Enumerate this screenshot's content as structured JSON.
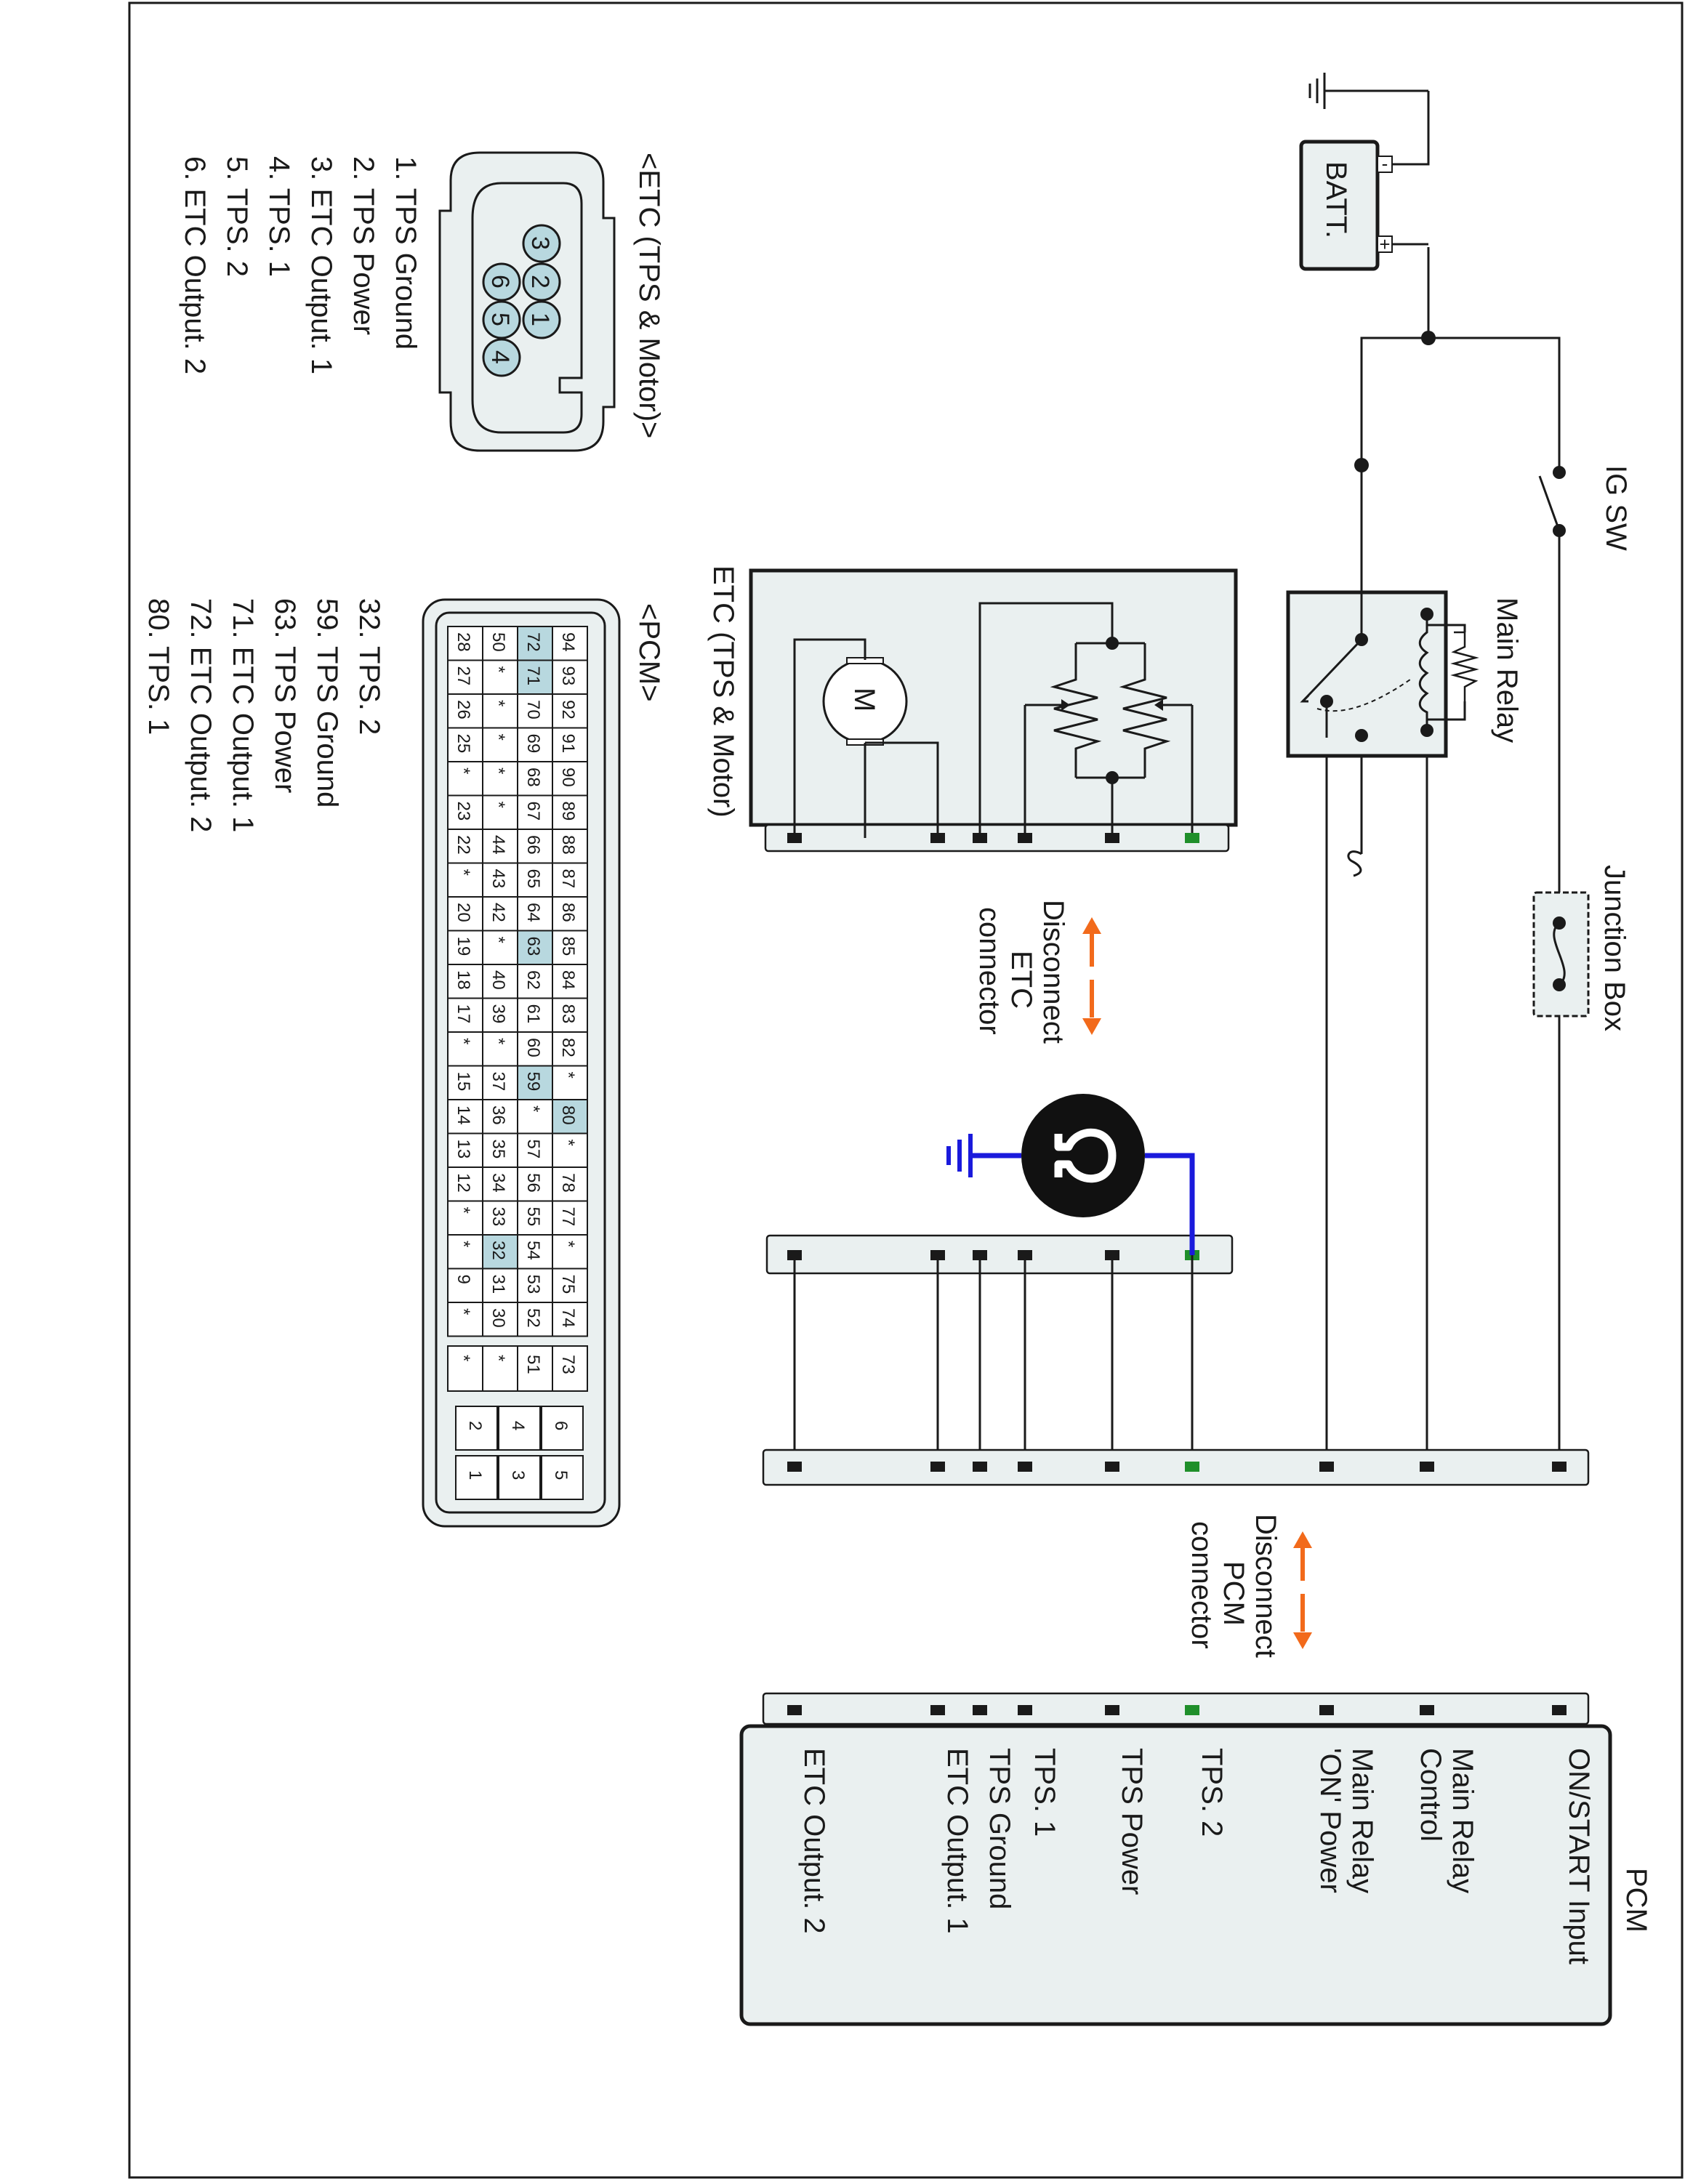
{
  "colors": {
    "accent_green": "#1f8f2a",
    "meter_lead": "#1a1adc",
    "arrow": "#f26a1b",
    "pin_highlight": "#b8d8df",
    "component_fill": "#eaf0f0",
    "line": "#1a1a1a"
  },
  "circuit": {
    "battery_label": "BATT.",
    "battery_minus": "-",
    "battery_plus": "+",
    "ig_sw_label": "IG SW",
    "main_relay_label": "Main Relay",
    "junction_box_label": "Junction Box",
    "etc_box_label": "ETC (TPS & Motor)",
    "motor_label": "M",
    "ohmmeter_icon": "ohmmeter-icon",
    "disconnect_etc": [
      "Disconnect",
      "ETC",
      "connector"
    ],
    "disconnect_pcm": [
      "Disconnect",
      "PCM",
      "connector"
    ]
  },
  "pcm": {
    "label": "PCM",
    "terminals": [
      {
        "label": [
          "ON/START Input"
        ],
        "highlight": false
      },
      {
        "label": [
          "Main Relay",
          "Control"
        ],
        "highlight": false
      },
      {
        "label": [
          "Main Relay",
          "'ON' Power"
        ],
        "highlight": false
      },
      {
        "label": [
          "TPS. 2"
        ],
        "highlight": true
      },
      {
        "label": [
          "TPS Power"
        ],
        "highlight": false
      },
      {
        "label": [
          "TPS. 1"
        ],
        "highlight": false
      },
      {
        "label": [
          "TPS Ground"
        ],
        "highlight": false
      },
      {
        "label": [
          "ETC Output. 1"
        ],
        "highlight": false
      },
      {
        "label": [
          "ETC Output. 2"
        ],
        "highlight": false
      }
    ]
  },
  "etc_connector": {
    "title": "<ETC (TPS & Motor)>",
    "cavities": [
      "3",
      "2",
      "1",
      "6",
      "5",
      "4"
    ],
    "highlight_cavity": "5",
    "legend": [
      {
        "text": "1. TPS Ground",
        "highlight": false
      },
      {
        "text": "2. TPS Power",
        "highlight": false
      },
      {
        "text": "3. ETC Output. 1",
        "highlight": false
      },
      {
        "text": "4. TPS. 1",
        "highlight": false
      },
      {
        "text": "5. TPS. 2",
        "highlight": true
      },
      {
        "text": "6. ETC Output. 2",
        "highlight": false
      }
    ]
  },
  "pcm_connector": {
    "title": "<PCM>",
    "rows": [
      [
        "94",
        "93",
        "92",
        "91",
        "90",
        "89",
        "88",
        "87",
        "86",
        "85",
        "84",
        "83",
        "82",
        "*",
        "80",
        "*",
        "78",
        "77",
        "*",
        "75",
        "74"
      ],
      [
        "72",
        "71",
        "70",
        "69",
        "68",
        "67",
        "66",
        "65",
        "64",
        "63",
        "62",
        "61",
        "60",
        "59",
        "*",
        "57",
        "56",
        "55",
        "54",
        "53",
        "52"
      ],
      [
        "50",
        "*",
        "*",
        "*",
        "*",
        "*",
        "44",
        "43",
        "42",
        "*",
        "40",
        "39",
        "*",
        "37",
        "36",
        "35",
        "34",
        "33",
        "32",
        "31",
        "30"
      ],
      [
        "28",
        "27",
        "26",
        "25",
        "*",
        "23",
        "22",
        "*",
        "20",
        "19",
        "18",
        "17",
        "*",
        "15",
        "14",
        "13",
        "12",
        "*",
        "*",
        "9",
        "*"
      ]
    ],
    "extra_block": [
      [
        "73",
        "51",
        "*",
        "*"
      ]
    ],
    "small_block": [
      [
        "6",
        "4",
        "2"
      ],
      [
        "5",
        "3",
        "1"
      ]
    ],
    "highlighted_pins": [
      "72",
      "71",
      "63",
      "59",
      "80",
      "32"
    ],
    "legend": [
      {
        "text": "32. TPS. 2",
        "highlight": true
      },
      {
        "text": "59. TPS Ground",
        "highlight": false
      },
      {
        "text": "63. TPS Power",
        "highlight": false
      },
      {
        "text": "71. ETC Output. 1",
        "highlight": false
      },
      {
        "text": "72. ETC Output. 2",
        "highlight": false
      },
      {
        "text": "80. TPS. 1",
        "highlight": false
      }
    ]
  }
}
